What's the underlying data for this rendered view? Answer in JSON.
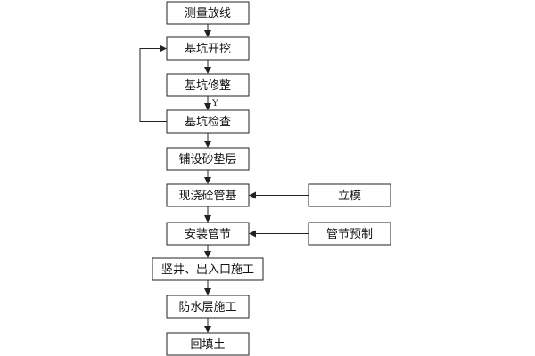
{
  "steps": [
    {
      "id": "survey",
      "label": "测量放线"
    },
    {
      "id": "excavate",
      "label": "基坑开挖"
    },
    {
      "id": "trim",
      "label": "基坑修整"
    },
    {
      "id": "inspect",
      "label": "基坑检查"
    },
    {
      "id": "sand",
      "label": "铺设砂垫层"
    },
    {
      "id": "pour",
      "label": "现浇砼管基"
    },
    {
      "id": "install",
      "label": "安装管节"
    },
    {
      "id": "shaft",
      "label": "竖井、出入口施工"
    },
    {
      "id": "waterproof",
      "label": "防水层施工"
    },
    {
      "id": "backfill",
      "label": "回填土"
    }
  ],
  "side_steps": [
    {
      "id": "formwork",
      "label": "立模",
      "feeds": "pour"
    },
    {
      "id": "precast",
      "label": "管节预制",
      "feeds": "install"
    }
  ],
  "loop": {
    "from": "inspect",
    "to": "excavate"
  },
  "edge_labels": [
    {
      "between": [
        "trim",
        "inspect"
      ],
      "text": "Y"
    }
  ],
  "colors": {
    "line": "#222222",
    "text": "#111111",
    "background": "#ffffff"
  }
}
